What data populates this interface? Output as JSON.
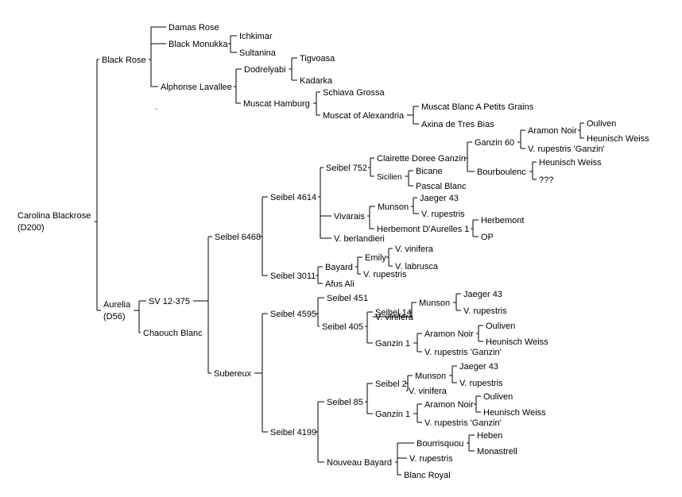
{
  "root": {
    "label": [
      "Carolina Blackrose",
      "(D200)"
    ],
    "children": [
      {
        "label": [
          "Black Rose"
        ],
        "children": [
          {
            "label": [
              "Damas Rose"
            ]
          },
          {
            "label": [
              "Black Monukka"
            ],
            "children": [
              {
                "label": [
                  "Ichkimar"
                ]
              },
              {
                "label": [
                  "Sultanina"
                ]
              }
            ]
          },
          {
            "label": [
              "Alphonse Lavallee"
            ],
            "children": [
              {
                "label": [
                  "Dodrelyabi"
                ],
                "children": [
                  {
                    "label": [
                      "Tigvoasa"
                    ]
                  },
                  {
                    "label": [
                      "Kadarka"
                    ]
                  }
                ]
              },
              {
                "label": [
                  "Muscat Hamburg"
                ],
                "children": [
                  {
                    "label": [
                      "Schiava Grossa"
                    ]
                  },
                  {
                    "label": [
                      "Muscat of Alexandria"
                    ],
                    "children": [
                      {
                        "label": [
                          "Muscat Blanc A Petits Grains"
                        ]
                      },
                      {
                        "label": [
                          "Axina de Tres Bias"
                        ]
                      }
                    ]
                  }
                ]
              }
            ]
          }
        ]
      },
      {
        "label": [
          "Aurelia",
          "(D56)"
        ],
        "children": [
          {
            "label": [
              "SV 12-375"
            ],
            "children": [
              {
                "label": [
                  "Seibel 6468"
                ],
                "children": [
                  {
                    "label": [
                      "Seibel 4614"
                    ],
                    "children": [
                      {
                        "label": [
                          "Seibel 752"
                        ],
                        "children": [
                          {
                            "label": [
                              "Clairette Doree Ganzin"
                            ],
                            "children": [
                              {
                                "label": [
                                  "Ganzin 60"
                                ],
                                "children": [
                                  {
                                    "label": [
                                      "Aramon Noir"
                                    ],
                                    "children": [
                                      {
                                        "label": [
                                          "Ouliven"
                                        ]
                                      },
                                      {
                                        "label": [
                                          "Heunisch Weiss"
                                        ]
                                      }
                                    ]
                                  },
                                  {
                                    "label": [
                                      "V. rupestris 'Ganzin'"
                                    ]
                                  }
                                ]
                              },
                              {
                                "label": [
                                  "Bourboulenc"
                                ],
                                "children": [
                                  {
                                    "label": [
                                      "Heunisch Weiss"
                                    ]
                                  },
                                  {
                                    "label": [
                                      "???"
                                    ]
                                  }
                                ]
                              }
                            ]
                          },
                          {
                            "label": [
                              "Sicilien"
                            ],
                            "children": [
                              {
                                "label": [
                                  "Bicane"
                                ]
                              },
                              {
                                "label": [
                                  "Pascal Blanc"
                                ]
                              }
                            ]
                          }
                        ]
                      },
                      {
                        "label": [
                          "Vivarais"
                        ],
                        "children": [
                          {
                            "label": [
                              "Munson"
                            ],
                            "children": [
                              {
                                "label": [
                                  "Jaeger 43"
                                ]
                              },
                              {
                                "label": [
                                  "V. rupestris"
                                ]
                              }
                            ]
                          },
                          {
                            "label": [
                              "Herbemont D'Aurelles 1"
                            ],
                            "children": [
                              {
                                "label": [
                                  "Herbemont"
                                ]
                              },
                              {
                                "label": [
                                  "OP"
                                ]
                              }
                            ]
                          }
                        ]
                      },
                      {
                        "label": [
                          "V. berlandieri"
                        ]
                      }
                    ]
                  },
                  {
                    "label": [
                      "Seibel 3011"
                    ],
                    "children": [
                      {
                        "label": [
                          "Bayard"
                        ],
                        "children": [
                          {
                            "label": [
                              "Emily"
                            ],
                            "children": [
                              {
                                "label": [
                                  "V. vinifera"
                                ]
                              },
                              {
                                "label": [
                                  "V. labrusca"
                                ]
                              }
                            ]
                          },
                          {
                            "label": [
                              "V. rupestris"
                            ]
                          }
                        ]
                      },
                      {
                        "label": [
                          "Afus Ali"
                        ]
                      }
                    ]
                  }
                ]
              },
              {
                "label": [
                  "Subereux"
                ],
                "children": [
                  {
                    "label": [
                      "Seibel 4595"
                    ],
                    "children": [
                      {
                        "label": [
                          "Seibel 451"
                        ]
                      },
                      {
                        "label": [
                          "Seibel 405"
                        ],
                        "children": [
                          {
                            "label": [
                              "Seibel 14"
                            ],
                            "children": [
                              {
                                "label": [
                                  "Munson"
                                ],
                                "children": [
                                  {
                                    "label": [
                                      "Jaeger 43"
                                    ]
                                  },
                                  {
                                    "label": [
                                      "V. rupestris"
                                    ]
                                  }
                                ]
                              },
                              {
                                "label": [
                                  "V. vinifera"
                                ]
                              }
                            ]
                          },
                          {
                            "label": [
                              "Ganzin 1"
                            ],
                            "children": [
                              {
                                "label": [
                                  "Aramon Noir"
                                ],
                                "children": [
                                  {
                                    "label": [
                                      "Ouliven"
                                    ]
                                  },
                                  {
                                    "label": [
                                      "Heunisch Weiss"
                                    ]
                                  }
                                ]
                              },
                              {
                                "label": [
                                  "V. rupestris 'Ganzin'"
                                ]
                              }
                            ]
                          }
                        ]
                      }
                    ]
                  },
                  {
                    "label": [
                      "Seibel 4199"
                    ],
                    "children": [
                      {
                        "label": [
                          "Seibel 85"
                        ],
                        "children": [
                          {
                            "label": [
                              "Seibel 2"
                            ],
                            "children": [
                              {
                                "label": [
                                  "Munson"
                                ],
                                "children": [
                                  {
                                    "label": [
                                      "Jaeger 43"
                                    ]
                                  },
                                  {
                                    "label": [
                                      "V. rupestris"
                                    ]
                                  }
                                ]
                              },
                              {
                                "label": [
                                  "V. vinifera"
                                ]
                              }
                            ]
                          },
                          {
                            "label": [
                              "Ganzin 1"
                            ],
                            "children": [
                              {
                                "label": [
                                  "Aramon Noir"
                                ],
                                "children": [
                                  {
                                    "label": [
                                      "Ouliven"
                                    ]
                                  },
                                  {
                                    "label": [
                                      "Heunisch Weiss"
                                    ]
                                  }
                                ]
                              },
                              {
                                "label": [
                                  "V. rupestris 'Ganzin'"
                                ]
                              }
                            ]
                          }
                        ]
                      },
                      {
                        "label": [
                          "Nouveau Bayard"
                        ],
                        "children": [
                          {
                            "label": [
                              "Bourrisquou"
                            ],
                            "children": [
                              {
                                "label": [
                                  "Heben"
                                ]
                              },
                              {
                                "label": [
                                  "Monastrell"
                                ]
                              }
                            ]
                          },
                          {
                            "label": [
                              "V. rupestris"
                            ]
                          },
                          {
                            "label": [
                              "Blanc Royal"
                            ]
                          }
                        ]
                      }
                    ]
                  }
                ]
              }
            ]
          },
          {
            "label": [
              "Chaouch Blanc"
            ]
          }
        ]
      }
    ]
  }
}
